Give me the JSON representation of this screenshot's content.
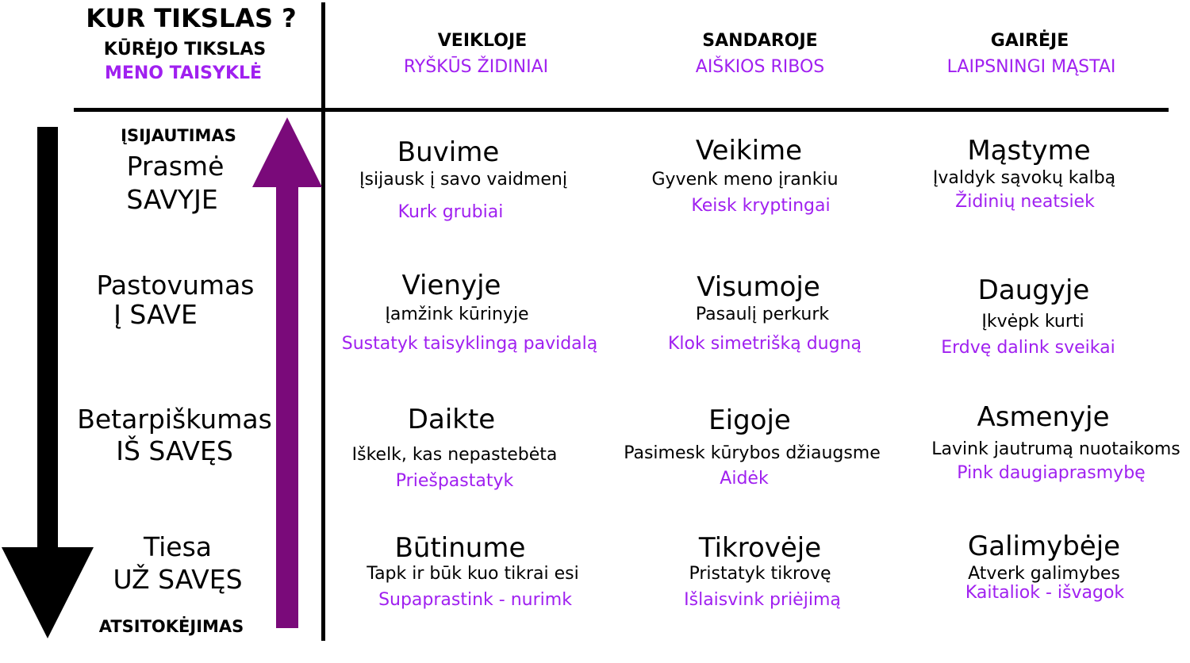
{
  "corner": {
    "title": "KUR TIKSLAS ?",
    "subtitle": "KŪRĖJO TIKSLAS",
    "rule": "MENO TAISYKLĖ"
  },
  "columns": [
    {
      "head": "VEIKLOJE",
      "sub": "RYŠKŪS ŽIDINIAI"
    },
    {
      "head": "SANDAROJE",
      "sub": "AIŠKIOS RIBOS"
    },
    {
      "head": "GAIRĖJE",
      "sub": "LAIPSNINGI MĄSTAI"
    }
  ],
  "axis": {
    "top_label": "ĮSIJAUTIMAS",
    "bottom_label": "ATSITOKĖJIMAS"
  },
  "rows": [
    {
      "line1": "Prasmė",
      "line2": "SAVYJE"
    },
    {
      "line1": "Pastovumas",
      "line2": "Į SAVE"
    },
    {
      "line1": "Betarpiškumas",
      "line2": "IŠ SAVĘS"
    },
    {
      "line1": "Tiesa",
      "line2": "UŽ SAVĘS"
    }
  ],
  "cells": [
    [
      {
        "title": "Buvime",
        "desc": "Įsijausk į savo vaidmenį",
        "action": "Kurk grubiai"
      },
      {
        "title": "Veikime",
        "desc": "Gyvenk meno įrankiu",
        "action": "Keisk kryptingai"
      },
      {
        "title": "Mąstyme",
        "desc": "Įvaldyk sąvokų kalbą",
        "action": "Židinių neatsiek"
      }
    ],
    [
      {
        "title": "Vienyje",
        "desc": "Įamžink kūrinyje",
        "action": "Sustatyk taisyklingą pavidalą"
      },
      {
        "title": "Visumoje",
        "desc": "Pasaulį perkurk",
        "action": "Klok simetrišką dugną"
      },
      {
        "title": "Daugyje",
        "desc": "Įkvėpk kurti",
        "action": "Erdvę dalink sveikai"
      }
    ],
    [
      {
        "title": "Daikte",
        "desc": "Iškelk, kas nepastebėta",
        "action": "Priešpastatyk"
      },
      {
        "title": "Eigoje",
        "desc": "Pasimesk kūrybos džiaugsme",
        "action": "Aidėk"
      },
      {
        "title": "Asmenyje",
        "desc": "Lavink jautrumą nuotaikoms",
        "action": "Pink daugiaprasmybę"
      }
    ],
    [
      {
        "title": "Būtinume",
        "desc": "Tapk ir būk kuo tikrai esi",
        "action": "Supaprastink - nurimk"
      },
      {
        "title": "Tikrovėje",
        "desc": "Pristatyk tikrovę",
        "action": "Išlaisvink priėjimą"
      },
      {
        "title": "Galimybėje",
        "desc": "Atverk galimybes",
        "action": "Kaitaliok - išvagok"
      }
    ]
  ],
  "colors": {
    "accent": "#a020f0",
    "arrow_purple": "#7a0a7a",
    "ink": "#000000"
  }
}
